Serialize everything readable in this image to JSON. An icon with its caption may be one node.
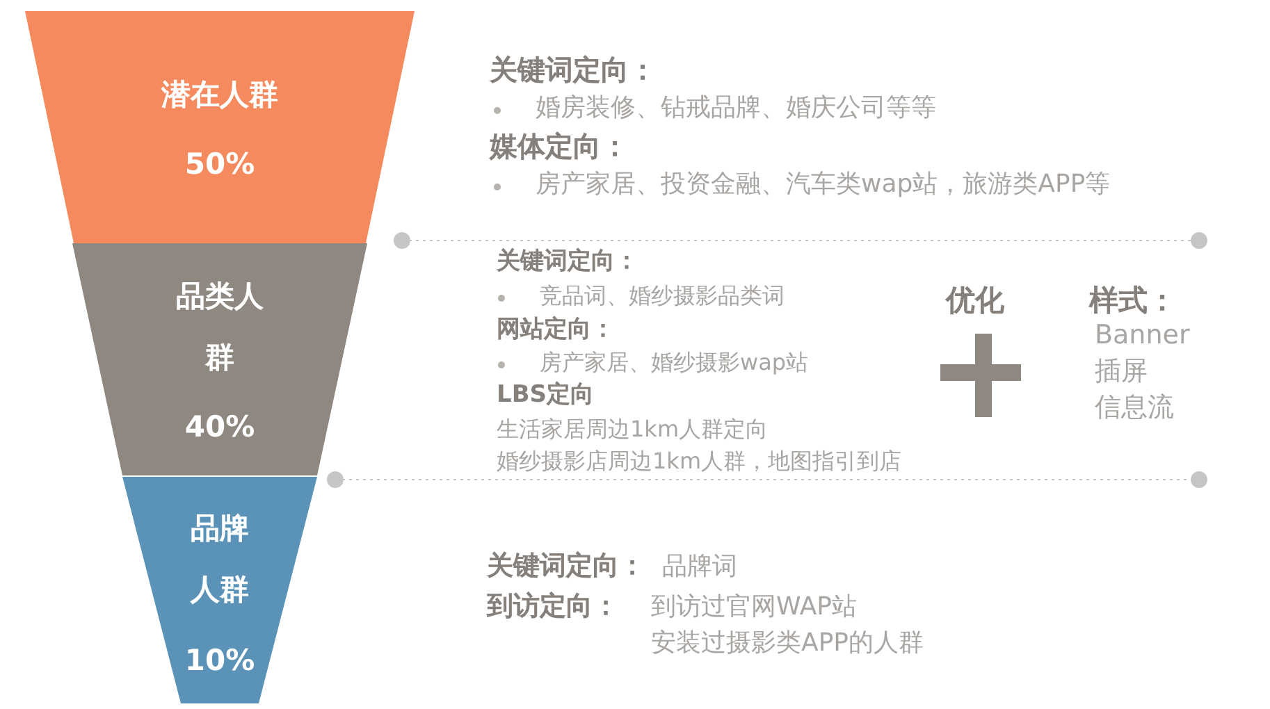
{
  "diagram": {
    "nodes": [
      {
        "text": [
          "潜在人群",
          "50%"
        ]
      },
      {
        "text": [
          "品类人群",
          "40%"
        ]
      },
      {
        "text": [
          "品牌人群",
          "10%"
        ]
      }
    ],
    "labels": [
      "关键词定向：",
      "婚房装修、钻戒品牌、婚庆公司等等",
      "媒体定向：",
      "房产家居、投资金融、汽车类wap站，旅游类APP等",
      "关键词定向：",
      "竞品词、婚纱摄影品类词",
      "网站定向：",
      "房产家居、婚纱摄影wap站",
      "LBS定向",
      "生活家居周边1km人群定向",
      "婚纱摄影店周边1km人群，地图指引到店",
      "优化",
      "样式：",
      "Banner",
      "插屏",
      "信息流",
      "关键词定向：",
      "品牌词",
      "到访定向：",
      "到访过官网WAP站",
      "安装过摄影类APP的人群"
    ]
  }
}
